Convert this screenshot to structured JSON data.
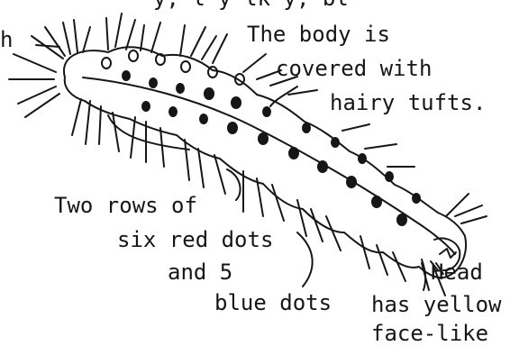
{
  "labels": {
    "top_partial": "y, l y lk y, bl",
    "left_partial": "h",
    "body_line1": "The body is",
    "body_line2": "covered with",
    "body_line3": "hairy tufts.",
    "dots_line1": "Two rows of",
    "dots_line2": "six red dots",
    "dots_line3": "and 5",
    "dots_line4": "blue dots",
    "head_line1": "Head",
    "head_line2": "has yellow",
    "head_line3": "face-like"
  },
  "colors": {
    "ink": "#161616",
    "background": "#ffffff"
  }
}
